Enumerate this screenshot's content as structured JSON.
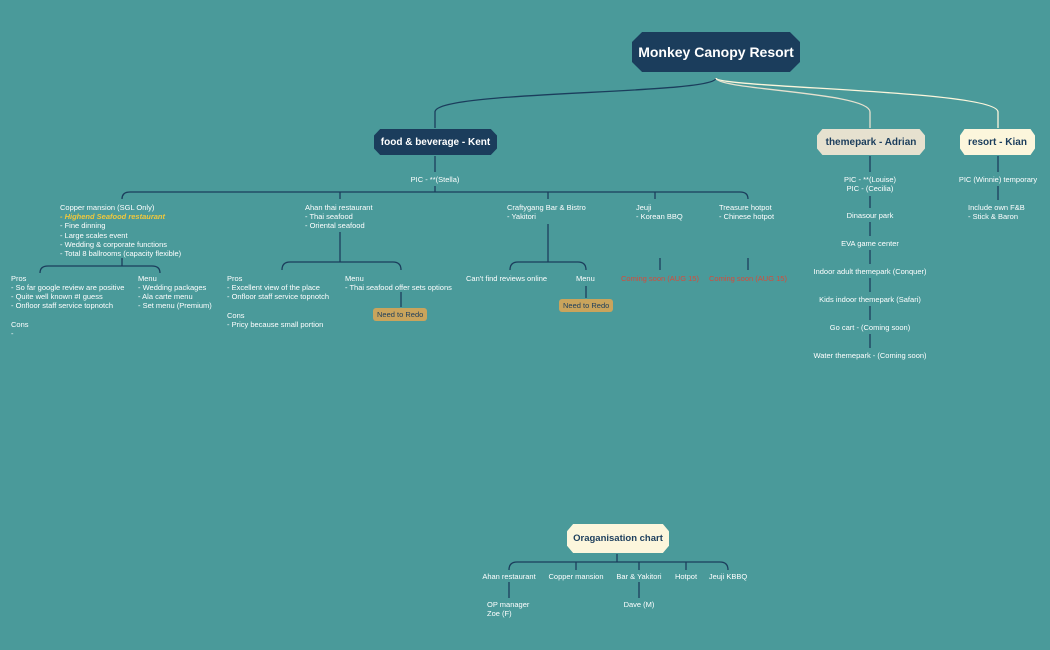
{
  "colors": {
    "background": "#4a9a9a",
    "dark_node": "#1b3d5c",
    "highlight": "#f0c83c",
    "coming_soon": "#d84a3a",
    "tag": "#c9a45c"
  },
  "root": {
    "title": "Monkey Canopy Resort"
  },
  "fnb": {
    "label": "food & beverage - Kent",
    "pic": "PIC - **(Stella)",
    "copper": {
      "title": "Copper mansion (SGL Only)",
      "highlight": "- Highend Seafood restaurant",
      "lines": "- Fine dinning\n- Large scales event\n- Wedding & corporate functions\n- Total 8 ballrooms (capacity flexible)",
      "pros_title": "Pros",
      "pros": "- So far google review are positive\n- Quite well known #I guess\n- Onfloor staff service topnotch",
      "cons_title": "Cons",
      "cons": "-",
      "menu_title": "Menu",
      "menu": "- Wedding packages\n- Ala carte menu\n- Set menu (Premium)"
    },
    "ahan": {
      "title": "Ahan thai restaurant",
      "lines": "- Thai seafood\n- Oriental seafood",
      "pros_title": "Pros",
      "pros": "- Excellent view of the place\n- Onfloor staff service topnotch",
      "cons_title": "Cons",
      "cons": "- Pricy because small portion",
      "menu_title": "Menu",
      "menu": "- Thai seafood offer sets options",
      "tag": "Need to Redo"
    },
    "crafty": {
      "title": "Craftygang Bar & Bistro",
      "lines": "- Yakitori",
      "reviews": "Can't find reviews online",
      "menu_title": "Menu",
      "tag": "Need to Redo"
    },
    "jeuji": {
      "title": "Jeuji",
      "lines": "- Korean BBQ",
      "soon": "Coming soon (AUG 15)"
    },
    "treasure": {
      "title": "Treasure hotpot",
      "lines": "- Chinese hotpot",
      "soon": "Coming soon (AUG 15)"
    }
  },
  "themepark": {
    "label": "themepark - Adrian",
    "pic": "PIC - **(Louise)\nPIC - (Cecilia)",
    "items": [
      "Dinasour park",
      "EVA game center",
      "Indoor adult themepark (Conquer)",
      "Kids indoor themepark (Safari)",
      "Go cart - (Coming soon)",
      "Water themepark - (Coming soon)"
    ]
  },
  "resort": {
    "label": "resort - Kian",
    "pic": "PIC (Winnie) temporary",
    "notes": "Include own F&B\n- Stick & Baron"
  },
  "org": {
    "title": "Oraganisation chart",
    "items": [
      "Ahan restaurant",
      "Copper mansion",
      "Bar & Yakitori",
      "Hotpot",
      "Jeuji KBBQ"
    ],
    "ahan_manager": "OP manager\nZoe (F)",
    "bar_manager": "Dave (M)"
  }
}
